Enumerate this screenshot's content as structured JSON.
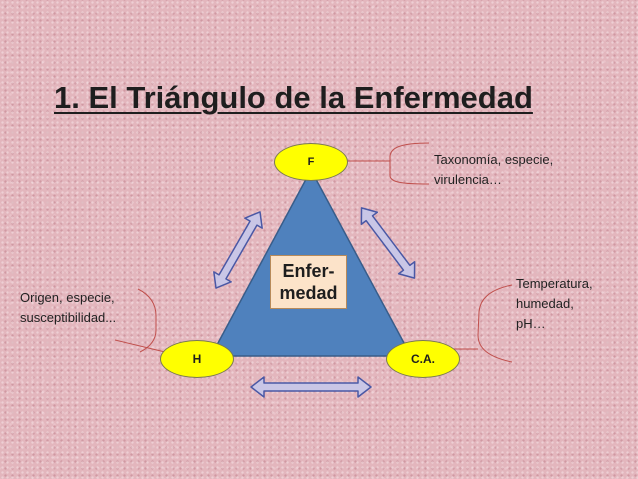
{
  "title": "1. El Triángulo de la Enfermedad",
  "nodes": {
    "f": {
      "label": "F"
    },
    "h": {
      "label": "H"
    },
    "ca": {
      "label": "C.A."
    }
  },
  "center": {
    "line1": "Enfer-",
    "line2": "medad"
  },
  "notes": {
    "f": {
      "lines": [
        "Taxonomía, especie,",
        "virulencia…"
      ]
    },
    "ca": {
      "lines": [
        "Temperatura,",
        "humedad,",
        "pH…"
      ]
    },
    "h": {
      "lines": [
        "Origen, especie,",
        "susceptibilidad..."
      ]
    }
  },
  "colors": {
    "background": "#e3b6bd",
    "triangle": "#4f81bd",
    "node": "#ffff00",
    "center_box": "#fce3c9",
    "arrow_fill": "#c9c6e6",
    "arrow_stroke": "#4a58a5",
    "bracket": "#c0504d"
  }
}
